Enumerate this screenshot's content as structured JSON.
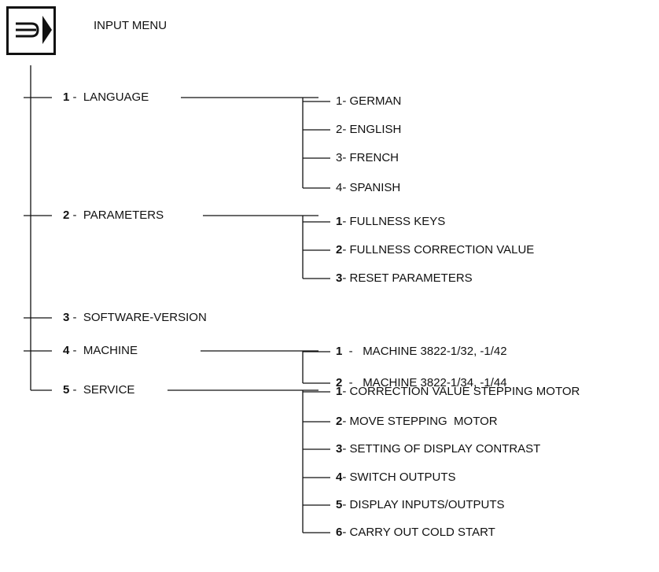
{
  "header": {
    "icon": "input-menu-icon",
    "title": "INPUT MENU"
  },
  "menu": [
    {
      "num": "1",
      "sep": " -  ",
      "label": "LANGUAGE",
      "children": [
        {
          "num": "1",
          "sep": "- ",
          "label": "GERMAN",
          "bold": false
        },
        {
          "num": "2",
          "sep": "- ",
          "label": "ENGLISH",
          "bold": false
        },
        {
          "num": "3",
          "sep": "- ",
          "label": "FRENCH",
          "bold": false
        },
        {
          "num": "4",
          "sep": "- ",
          "label": "SPANISH",
          "bold": false
        }
      ]
    },
    {
      "num": "2",
      "sep": " -  ",
      "label": "PARAMETERS",
      "children": [
        {
          "num": "1",
          "sep": "- ",
          "label": "FULLNESS KEYS",
          "bold": true
        },
        {
          "num": "2",
          "sep": "- ",
          "label": "FULLNESS CORRECTION VALUE",
          "bold": true
        },
        {
          "num": "3",
          "sep": "- ",
          "label": "RESET PARAMETERS",
          "bold": true
        }
      ]
    },
    {
      "num": "3",
      "sep": " -  ",
      "label": "SOFTWARE-VERSION",
      "children": []
    },
    {
      "num": "4",
      "sep": " -  ",
      "label": "MACHINE",
      "children": [
        {
          "num": "1",
          "sep": "  -   ",
          "label": "MACHINE 3822-1/32, -1/42",
          "bold": true
        },
        {
          "num": "2",
          "sep": "  -   ",
          "label": "MACHINE 3822-1/34, -1/44",
          "bold": true
        }
      ]
    },
    {
      "num": "5",
      "sep": " -  ",
      "label": "SERVICE",
      "children": [
        {
          "num": "1",
          "sep": "- ",
          "label": "CORRECTION VALUE STEPPING MOTOR",
          "bold": true
        },
        {
          "num": "2",
          "sep": "- ",
          "label": "MOVE STEPPING  MOTOR",
          "bold": true
        },
        {
          "num": "3",
          "sep": "- ",
          "label": "SETTING OF DISPLAY CONTRAST",
          "bold": true
        },
        {
          "num": "4",
          "sep": "- ",
          "label": "SWITCH OUTPUTS",
          "bold": true
        },
        {
          "num": "5",
          "sep": "- ",
          "label": "DISPLAY INPUTS/OUTPUTS",
          "bold": true
        },
        {
          "num": "6",
          "sep": "- ",
          "label": "CARRY OUT COLD START",
          "bold": true
        }
      ]
    }
  ]
}
